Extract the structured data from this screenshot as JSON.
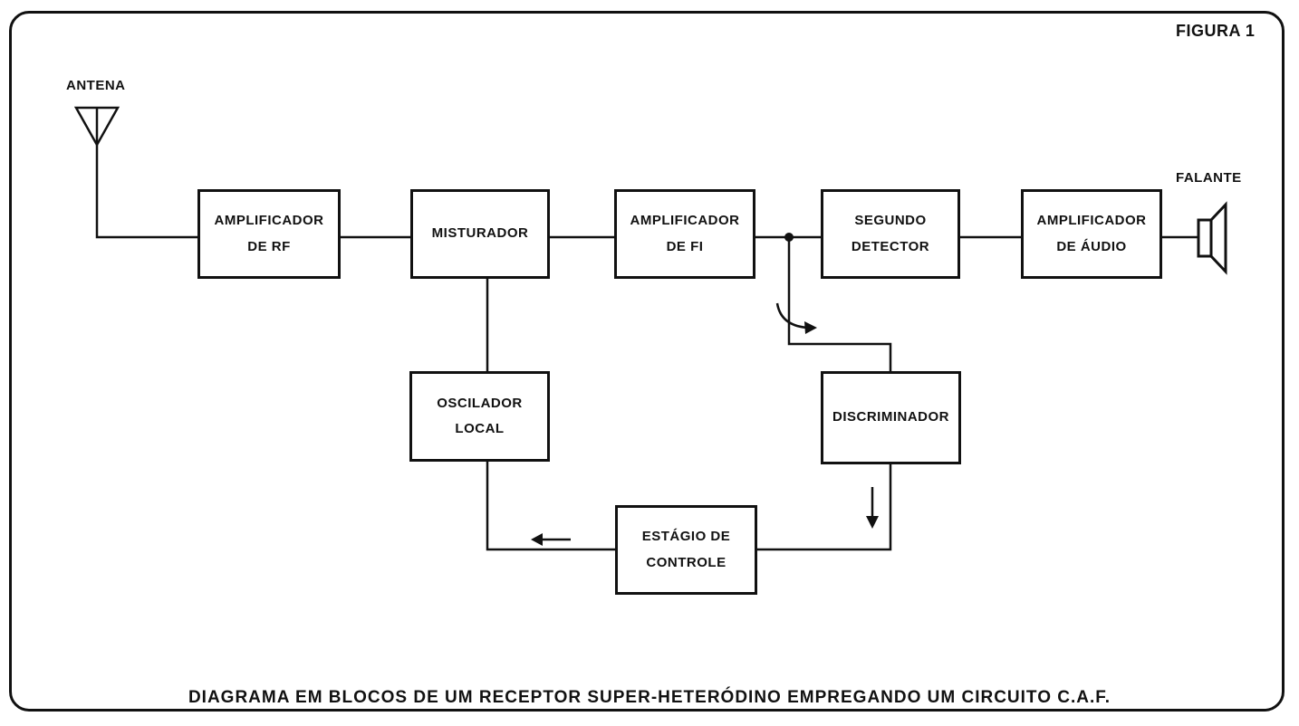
{
  "figure_label": "FIGURA 1",
  "caption": "DIAGRAMA EM BLOCOS DE UM RECEPTOR SUPER-HETERÓDINO EMPREGANDO UM CIRCUITO C.A.F.",
  "antenna_label": "ANTENA",
  "speaker_label": "FALANTE",
  "blocks": {
    "amp_rf": {
      "line1": "AMPLIFICADOR",
      "line2": "DE RF"
    },
    "mixer": {
      "line1": "MISTURADOR"
    },
    "amp_fi": {
      "line1": "AMPLIFICADOR",
      "line2": "DE FI"
    },
    "second_detector": {
      "line1": "SEGUNDO",
      "line2": "DETECTOR"
    },
    "amp_audio": {
      "line1": "AMPLIFICADOR",
      "line2": "DE ÁUDIO"
    },
    "local_osc": {
      "line1": "OSCILADOR",
      "line2": "LOCAL"
    },
    "discriminator": {
      "line1": "DISCRIMINADOR"
    },
    "control_stage": {
      "line1": "ESTÁGIO DE",
      "line2": "CONTROLE"
    }
  }
}
